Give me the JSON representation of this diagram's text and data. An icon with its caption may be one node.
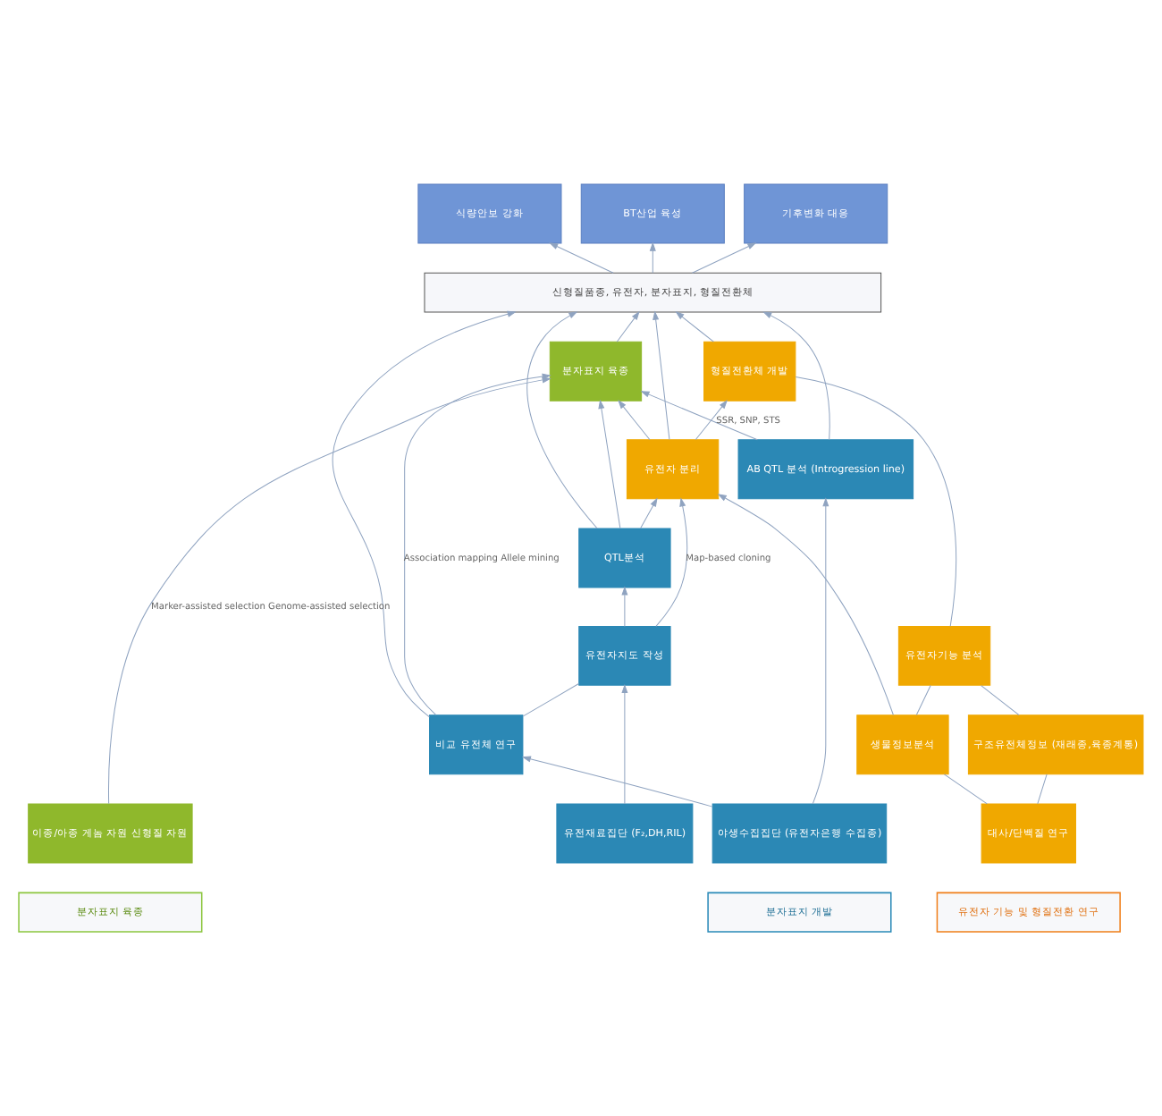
{
  "diagram": {
    "nodes": [
      {
        "text": [
          "식량안보 강화"
        ]
      },
      {
        "text": [
          "BT산업 육성"
        ]
      },
      {
        "text": [
          "기후변화 대응"
        ]
      },
      {
        "text": [
          "신형질품종, 유전자, 분자표지, 형질전환체"
        ]
      },
      {
        "text": [
          "분자표지 육종"
        ]
      },
      {
        "text": [
          "유전자 분리"
        ]
      },
      {
        "text": [
          "형질전환체 개발"
        ]
      },
      {
        "text": [
          "AB QTL 분석 (Introgression line)"
        ]
      },
      {
        "text": [
          "QTL분석"
        ]
      },
      {
        "text": [
          "유전자기능 분석"
        ]
      },
      {
        "text": [
          "비교 유전체 연구"
        ]
      },
      {
        "text": [
          "유전자지도 작성"
        ]
      },
      {
        "text": [
          "생물정보분석"
        ]
      },
      {
        "text": [
          "구조유전체정보 (재래종,육종계통)"
        ]
      },
      {
        "text": [
          "이종/아종 게놈 자원 신형질 자원"
        ]
      },
      {
        "text": [
          "야생수집집단 (유전자은행 수집종)"
        ]
      },
      {
        "text": [
          "유전재료집단 (F₂,DH,RIL)"
        ]
      },
      {
        "text": [
          "대사/단백질 연구"
        ]
      },
      {
        "text": [
          "분자표지 육종"
        ]
      },
      {
        "text": [
          "분자표지 개발"
        ]
      },
      {
        "text": [
          "유전자 기능 및 형질전환 연구"
        ]
      }
    ],
    "edges": [
      {
        "from": 3,
        "to": 0,
        "arrow": "to"
      },
      {
        "from": 3,
        "to": 1,
        "arrow": "to"
      },
      {
        "from": 3,
        "to": 2,
        "arrow": "to"
      },
      {
        "from": 4,
        "to": 3,
        "arrow": "to"
      },
      {
        "from": 7,
        "to": 4,
        "arrow": "to",
        "label": "SSR, SNP, STS"
      },
      {
        "from": 10,
        "to": 4,
        "arrow": "to",
        "label": "Association mapping Allele mining"
      },
      {
        "from": 8,
        "to": 4,
        "arrow": "to"
      },
      {
        "from": 5,
        "to": 4,
        "arrow": "to"
      },
      {
        "from": 7,
        "to": 3,
        "arrow": "to"
      },
      {
        "from": 10,
        "to": 3,
        "arrow": "to"
      },
      {
        "from": 8,
        "to": 3,
        "arrow": "to"
      },
      {
        "from": 5,
        "to": 3,
        "arrow": "to"
      },
      {
        "from": 5,
        "to": 6,
        "arrow": "to"
      },
      {
        "from": 6,
        "to": 3,
        "arrow": "to"
      },
      {
        "from": 9,
        "to": 6,
        "arrow": "none"
      },
      {
        "from": 14,
        "to": 4,
        "arrow": "to",
        "label": "Marker-assisted selection Genome-assisted selection"
      },
      {
        "from": 15,
        "to": 7,
        "arrow": "to"
      },
      {
        "from": 15,
        "to": 10,
        "arrow": "to"
      },
      {
        "from": 16,
        "to": 11,
        "arrow": "to"
      },
      {
        "from": 10,
        "to": 11,
        "arrow": "none"
      },
      {
        "from": 11,
        "to": 8,
        "arrow": "to"
      },
      {
        "from": 11,
        "to": 5,
        "arrow": "to",
        "label": "Map-based cloning"
      },
      {
        "from": 12,
        "to": 5,
        "arrow": "to"
      },
      {
        "from": 8,
        "to": 5,
        "arrow": "to"
      },
      {
        "from": 12,
        "to": 9,
        "arrow": "none"
      },
      {
        "from": 13,
        "to": 9,
        "arrow": "none"
      },
      {
        "from": 17,
        "to": 12,
        "arrow": "none"
      },
      {
        "from": 17,
        "to": 13,
        "arrow": "none"
      }
    ]
  }
}
